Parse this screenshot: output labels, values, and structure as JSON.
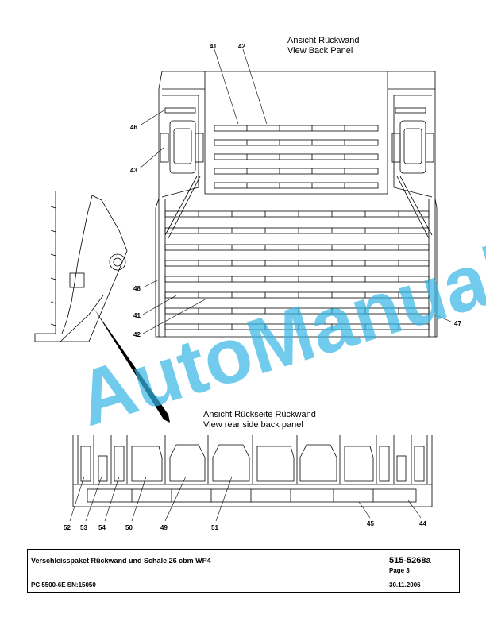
{
  "views": {
    "back_panel": {
      "de": "Ansicht Rückwand",
      "en": "View Back Panel"
    },
    "rear_side": {
      "de": "Ansicht Rückseite Rückwand",
      "en": "View rear side back panel"
    }
  },
  "callouts": {
    "c41_top": "41",
    "c42_top": "42",
    "c46": "46",
    "c43": "43",
    "c48": "48",
    "c41_left": "41",
    "c42_left": "42",
    "c47": "47",
    "c52": "52",
    "c53": "53",
    "c54": "54",
    "c50": "50",
    "c49": "49",
    "c51": "51",
    "c45": "45",
    "c44": "44"
  },
  "watermark": "AutoManual",
  "footer": {
    "title": "Verschleisspaket Rückwand und Schale 26 cbm WP4",
    "doc_number": "515-5268a",
    "page": "Page 3",
    "model": "PC 5500-6E SN:15050",
    "date": "30.11.2006"
  },
  "colors": {
    "line": "#000000",
    "watermark": "#33b5e5"
  }
}
